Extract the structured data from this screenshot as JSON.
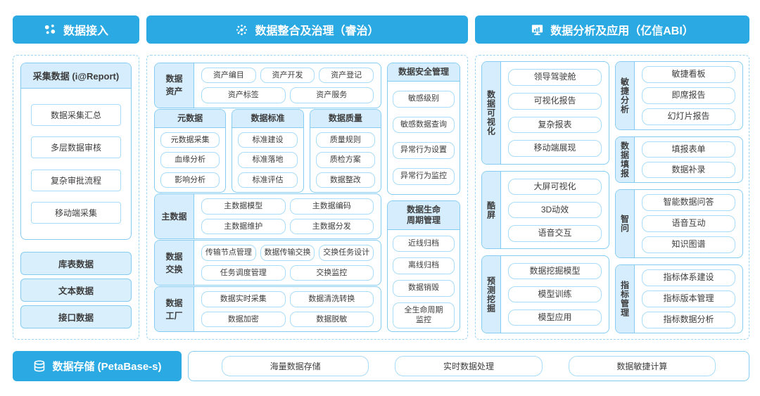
{
  "colors": {
    "header_blue": "#2BA9E2",
    "panel_border": "#9ED4F4",
    "box_border": "#85CCF2",
    "fill_blue": "#D5EDFC",
    "item_border": "#A9DCF8",
    "text": "#3D3D3D"
  },
  "headers": {
    "access": "数据接入",
    "governance": "数据整合及治理（睿治）",
    "analysis": "数据分析及应用（亿信ABI）"
  },
  "access": {
    "report_box": {
      "title": "采集数据 (i@Report)",
      "items": [
        "数据采集汇总",
        "多层数据审核",
        "复杂审批流程",
        "移动端采集"
      ]
    },
    "data_types": [
      "库表数据",
      "文本数据",
      "接口数据"
    ]
  },
  "governance": {
    "asset": {
      "label": "数据\n资产",
      "row1": [
        "资产编目",
        "资产开发",
        "资产登记"
      ],
      "row2": [
        "资产标签",
        "资产服务"
      ]
    },
    "meta": {
      "title": "元数据",
      "items": [
        "元数据采集",
        "血缘分析",
        "影响分析"
      ]
    },
    "standard": {
      "title": "数据标准",
      "items": [
        "标准建设",
        "标准落地",
        "标准评估"
      ]
    },
    "quality": {
      "title": "数据质量",
      "items": [
        "质量规则",
        "质检方案",
        "数据整改"
      ]
    },
    "master": {
      "label": "主数据",
      "row1": [
        "主数据模型",
        "主数据编码"
      ],
      "row2": [
        "主数据维护",
        "主数据分发"
      ]
    },
    "exchange": {
      "label": "数据\n交换",
      "row1": [
        "传输节点管理",
        "数据传输交换",
        "交换任务设计"
      ],
      "row2": [
        "任务调度管理",
        "交换监控"
      ]
    },
    "factory": {
      "label": "数据\n工厂",
      "row1": [
        "数据实时采集",
        "数据清洗转换"
      ],
      "row2": [
        "数据加密",
        "数据脱敏"
      ]
    },
    "security": {
      "title": "数据安全管理",
      "items": [
        "敏感级别",
        "敏感数据查询",
        "异常行为设置",
        "异常行为监控"
      ]
    },
    "lifecycle": {
      "title": "数据生命\n周期管理",
      "items": [
        "近线归档",
        "离线归档",
        "数据销毁",
        "全生命周期\n监控"
      ]
    }
  },
  "analysis": {
    "visualization": {
      "label": "数据可视化",
      "items": [
        "领导驾驶舱",
        "可视化报告",
        "复杂报表",
        "移动端展现"
      ]
    },
    "coolscreen": {
      "label": "酷屏",
      "items": [
        "大屏可视化",
        "3D动效",
        "语音交互"
      ]
    },
    "mining": {
      "label": "预测挖掘",
      "items": [
        "数据挖掘模型",
        "模型训练",
        "模型应用"
      ]
    },
    "agile": {
      "label": "敏捷分析",
      "items": [
        "敏捷看板",
        "即席报告",
        "幻灯片报告"
      ]
    },
    "filling": {
      "label": "数据填报",
      "items": [
        "填报表单",
        "数据补录"
      ]
    },
    "zhiwen": {
      "label": "智问",
      "items": [
        "智能数据问答",
        "语音互动",
        "知识图谱"
      ]
    },
    "indicator": {
      "label": "指标管理",
      "items": [
        "指标体系建设",
        "指标版本管理",
        "指标数据分析"
      ]
    }
  },
  "storage": {
    "label": "数据存储 (PetaBase-s)",
    "items": [
      "海量数据存储",
      "实时数据处理",
      "数据敏捷计算"
    ]
  }
}
